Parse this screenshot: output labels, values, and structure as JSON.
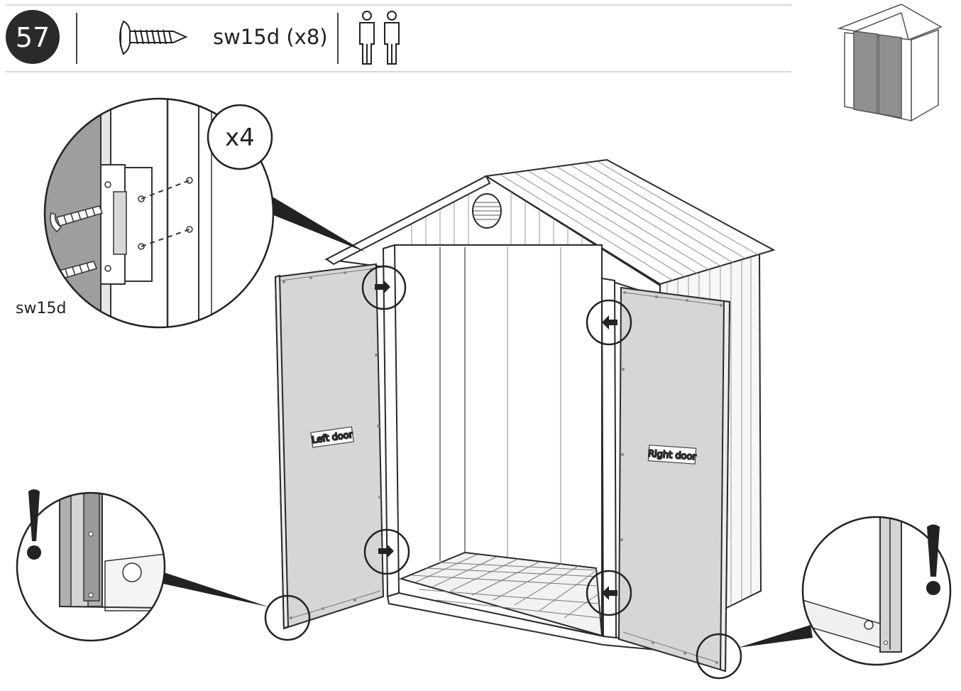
{
  "header": {
    "step_number": "57",
    "part_code": "sw15d (x8)",
    "screw_icon": "screw-icon",
    "people_icon": "two-person-icon"
  },
  "callouts": {
    "multiplier": "x4",
    "screw_label": "sw15d"
  },
  "doors": {
    "left_label": "Left door",
    "right_label": "Right door"
  },
  "icons": {
    "caution_left": "exclamation-icon",
    "caution_right": "exclamation-icon",
    "overview": "shed-overview-icon"
  },
  "colors": {
    "ink": "#222222",
    "door_fill": "#d6d6d6",
    "overview_door": "#8f8f8f",
    "header_rule": "#cccccc"
  }
}
